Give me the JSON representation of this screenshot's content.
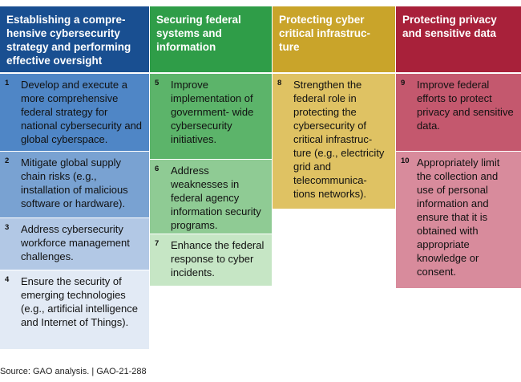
{
  "columns": [
    {
      "header": "Establishing a compre-\nhensive cybersecurity strategy and performing effective oversight",
      "color": "#194f91",
      "items": [
        {
          "num": "1",
          "text": "Develop and execute a more comprehensive federal strategy for national cybersecurity and global cyberspace."
        },
        {
          "num": "2",
          "text": "Mitigate global supply chain risks (e.g., installation of malicious software or hardware)."
        },
        {
          "num": "3",
          "text": "Address cybersecurity workforce management challenges."
        },
        {
          "num": "4",
          "text": "Ensure the security of emerging technologies (e.g., artificial intelligence and Internet of Things)."
        }
      ]
    },
    {
      "header": "Securing federal systems and information",
      "color": "#2f9d48",
      "items": [
        {
          "num": "5",
          "text": "Improve implementation of government- wide cybersecurity initiatives."
        },
        {
          "num": "6",
          "text": "Address weaknesses in federal agency information security programs."
        },
        {
          "num": "7",
          "text": "Enhance the federal response to cyber incidents."
        }
      ]
    },
    {
      "header": "Protecting cyber critical infrastruc-\nture",
      "color": "#c9a42a",
      "items": [
        {
          "num": "8",
          "text": "Strengthen the federal role in protecting the cybersecurity of critical infrastruc-\nture (e.g., electricity grid and telecommunica-\ntions networks)."
        }
      ]
    },
    {
      "header": "Protecting privacy and sensitive data",
      "color": "#a8213a",
      "items": [
        {
          "num": "9",
          "text": "Improve federal efforts to protect privacy and sensitive data."
        },
        {
          "num": "10",
          "text": "Appropriately limit the collection and use of personal information and ensure that it is obtained with appropriate knowledge or consent."
        }
      ]
    }
  ],
  "source": "Source: GAO analysis.  |  GAO-21-288"
}
